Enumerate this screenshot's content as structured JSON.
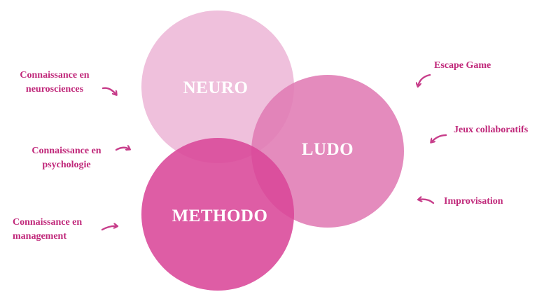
{
  "circles": {
    "neuro": {
      "label": "NEURO",
      "color": "#efc0dc"
    },
    "ludo": {
      "label": "LUDO",
      "color": "#e07bb4"
    },
    "methodo": {
      "label": "METHODO",
      "color": "#d94799"
    }
  },
  "left_items": [
    {
      "line1": "Connaissance en",
      "line2": "neurosciences"
    },
    {
      "line1": "Connaissance en",
      "line2": "psychologie"
    },
    {
      "line1": "Connaissance en",
      "line2": "management"
    }
  ],
  "right_items": [
    {
      "text": "Escape Game"
    },
    {
      "text": "Jeux collaboratifs"
    },
    {
      "text": "Improvisation"
    }
  ],
  "colors": {
    "text_accent": "#c0287a",
    "arrow": "#c73d8a"
  }
}
